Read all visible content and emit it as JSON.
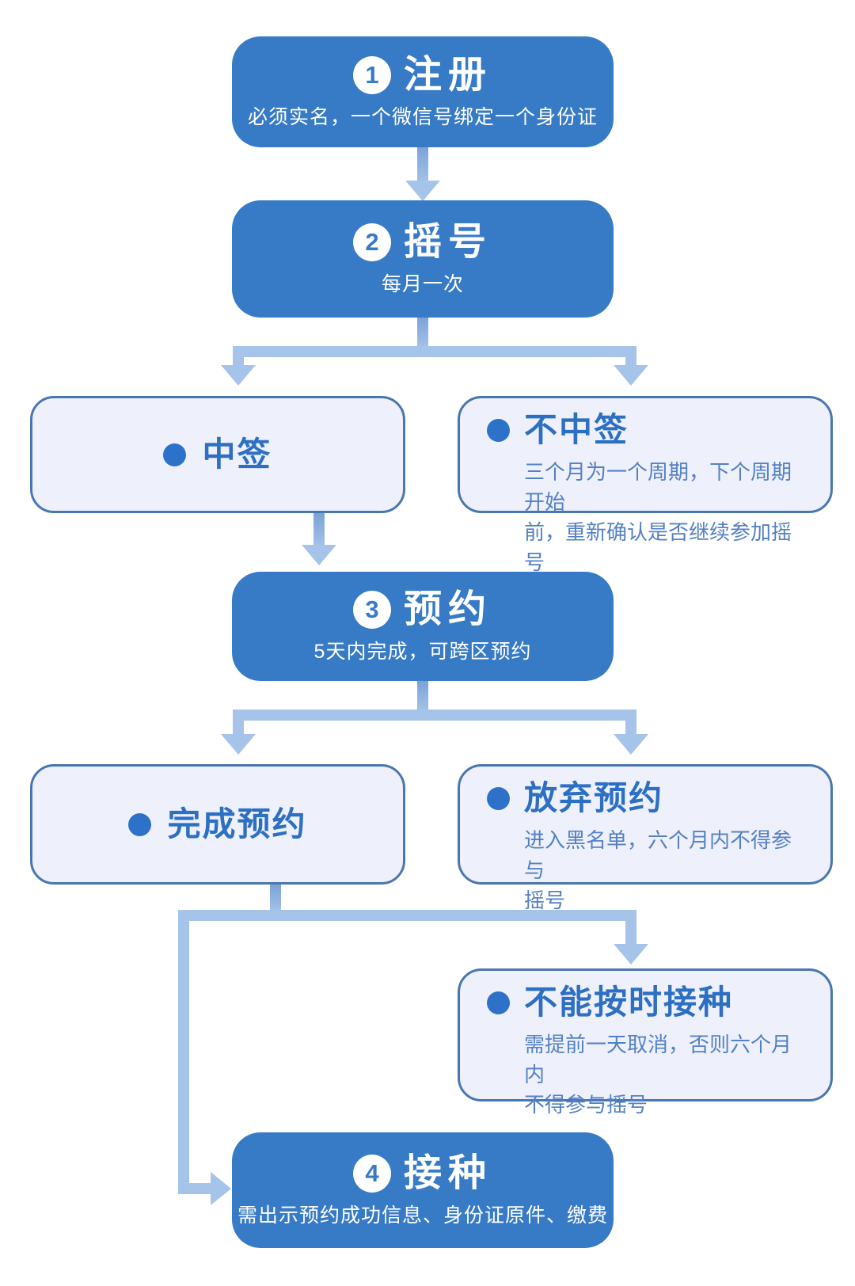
{
  "meta": {
    "type": "flowchart",
    "language": "zh-CN"
  },
  "colors": {
    "background": "#FFFFFF",
    "step_box_fill": "#377AC6",
    "step_text": "#FFFFFF",
    "badge_fill": "#FFFFFF",
    "badge_number": "#377AC6",
    "outcome_box_fill": "#EEF1FB",
    "outcome_box_border": "#4A76AF",
    "outcome_title": "#2D6FC3",
    "outcome_body": "#5480C4",
    "bullet_dot": "#2D72C8",
    "connector": "#A6C3EA",
    "connector_dark": "#7BA3D7"
  },
  "flow": {
    "step1": {
      "number": "1",
      "title": "注册",
      "subtitle": "必须实名，一个微信号绑定一个身份证"
    },
    "step2": {
      "number": "2",
      "title": "摇号",
      "subtitle": "每月一次"
    },
    "lottery_outcomes": {
      "win": {
        "title": "中签"
      },
      "lose": {
        "title": "不中签",
        "body_lines": [
          "三个月为一个周期，下个周期开始",
          "前，重新确认是否继续参加摇号"
        ]
      }
    },
    "step3": {
      "number": "3",
      "title": "预约",
      "subtitle": "5天内完成，可跨区预约"
    },
    "booking_outcomes": {
      "complete": {
        "title": "完成预约"
      },
      "abandon": {
        "title": "放弃预约",
        "body_lines": [
          "进入黑名单，六个月内不得参与",
          "摇号"
        ]
      }
    },
    "missed_vaccination": {
      "title": "不能按时接种",
      "body_lines": [
        "需提前一天取消，否则六个月内",
        "不得参与摇号"
      ]
    },
    "step4": {
      "number": "4",
      "title": "接种",
      "subtitle": "需出示预约成功信息、身份证原件、缴费"
    }
  }
}
